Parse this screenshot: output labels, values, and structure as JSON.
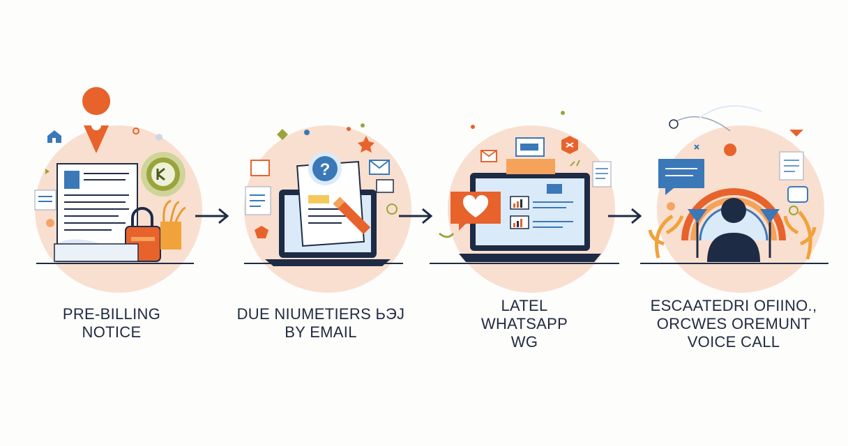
{
  "steps": [
    {
      "lines": [
        "PRE-BILLING",
        "NOTICE"
      ],
      "icons": [
        "document-icon",
        "location-pin-icon",
        "padlock-icon",
        "house-icon"
      ]
    },
    {
      "lines": [
        "DUE NIUMETIERS ЬЭJ",
        "BY EMAIL"
      ],
      "icons": [
        "laptop-icon",
        "question-icon",
        "email-icon",
        "pencil-icon"
      ]
    },
    {
      "lines": [
        "LATEL",
        "WHATSAPP",
        "WG"
      ],
      "icons": [
        "monitor-icon",
        "heart-chat-icon",
        "chart-icon",
        "envelope-icon"
      ]
    },
    {
      "lines": [
        "ESCAATEDRI OFIINO.,",
        "ORCWES OREMUNT",
        "VOICE CALL"
      ],
      "icons": [
        "person-icon",
        "speech-bubble-icon",
        "rainbow-icon",
        "leaf-icon"
      ]
    }
  ],
  "arrows": [
    "arrow-right-icon",
    "arrow-right-icon",
    "arrow-right-icon"
  ],
  "colors": {
    "ink": "#1e2b45",
    "accent_orange": "#e8622c",
    "accent_blue": "#3a78b8",
    "circle": "#f9dfd0",
    "olive": "#9aa43a"
  }
}
